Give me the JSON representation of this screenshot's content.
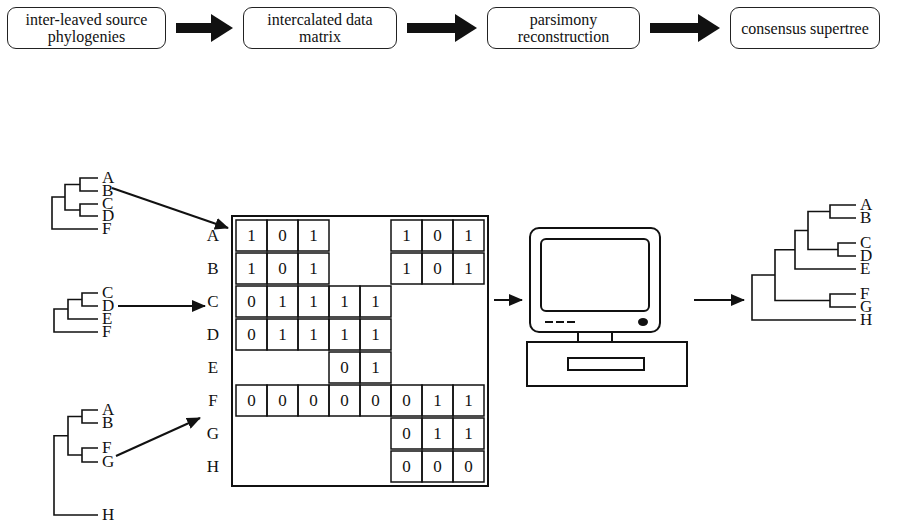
{
  "diagram": {
    "nodes": [
      {
        "text": [
          "inter-leaved source phylogenies"
        ]
      },
      {
        "text": [
          "intercalated data matrix"
        ]
      },
      {
        "text": [
          "parsimony reconstruction"
        ]
      },
      {
        "text": [
          "consensus supertree"
        ]
      }
    ],
    "edges": [
      {
        "from": 0,
        "to": 1,
        "arrow": "to"
      },
      {
        "from": 1,
        "to": 2,
        "arrow": "to"
      },
      {
        "from": 2,
        "to": 3,
        "arrow": "to"
      }
    ],
    "labels": [
      "A",
      "B",
      "C",
      "D",
      "F",
      "C",
      "D",
      "E",
      "F",
      "A",
      "B",
      "F",
      "G",
      "H",
      "A",
      "B",
      "C",
      "D",
      "E",
      "F",
      "G",
      "H",
      "1",
      "0",
      "1",
      "1",
      "0",
      "1",
      "1",
      "0",
      "1",
      "1",
      "0",
      "1",
      "0",
      "1",
      "1",
      "1",
      "1",
      "0",
      "1",
      "1",
      "1",
      "1",
      "0",
      "1",
      "0",
      "0",
      "0",
      "0",
      "0",
      "0",
      "1",
      "1",
      "0",
      "1",
      "1",
      "0",
      "0",
      "0",
      "A",
      "B",
      "C",
      "D",
      "E",
      "F",
      "G",
      "H"
    ]
  }
}
